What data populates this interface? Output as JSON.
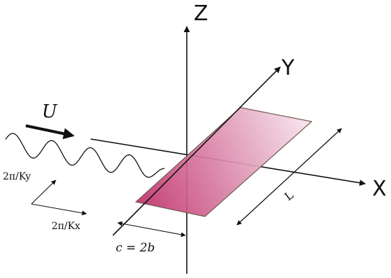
{
  "axes": {
    "z_label": "Z",
    "y_label": "Y",
    "x_label": "X"
  },
  "flow": {
    "velocity_label": "U"
  },
  "wavelengths": {
    "ky_label": "2π/Ky",
    "kx_label": "2π/Kx"
  },
  "dimensions": {
    "chord_label": "c = 2b",
    "span_label": "L"
  },
  "colors": {
    "plate_dark": "#c0306a",
    "plate_light": "#f7e6ee",
    "plate_edge": "#6e5a4c",
    "stroke": "#111111"
  }
}
